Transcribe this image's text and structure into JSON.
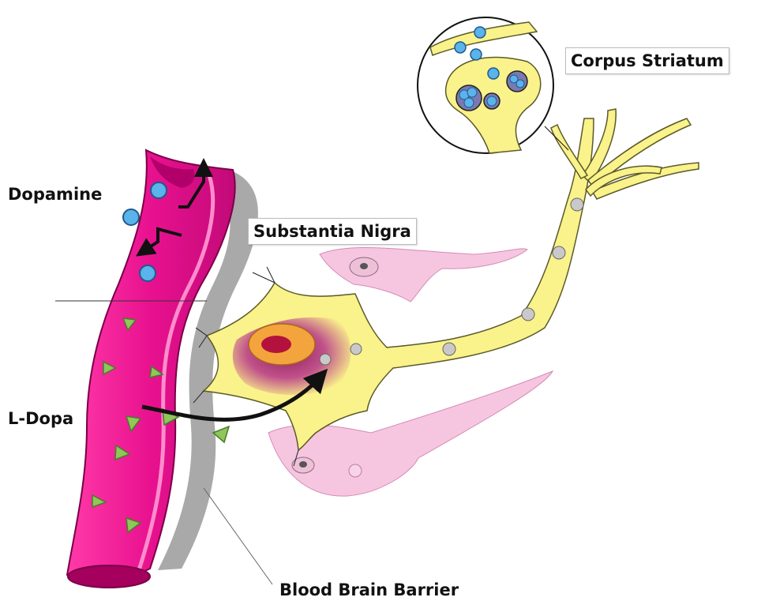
{
  "labels": {
    "dopamine": "Dopamine",
    "l_dopa": "L-Dopa",
    "substantia_nigra": "Substantia Nigra",
    "corpus_striatum": "Corpus Striatum",
    "blood_brain_barrier": "Blood Brain Barrier"
  },
  "colors": {
    "blood_vessel": "#e8118f",
    "blood_vessel_dark": "#a5005e",
    "barrier": "#a9a9a9",
    "neuron": "#faf28a",
    "neuron_outline": "#5a5a2a",
    "nucleus_outer": "#f4a43c",
    "nucleus_inner": "#b3123d",
    "glia": "#f6c6e0",
    "dopamine_dot": "#5ab3ea",
    "l_dopa_triangle": "#8fc75a",
    "arrow": "#111111"
  },
  "icons": {
    "dopamine_molecule": "blue-circle",
    "l_dopa_molecule": "green-triangle",
    "transport_arrow": "curved-arrow"
  }
}
